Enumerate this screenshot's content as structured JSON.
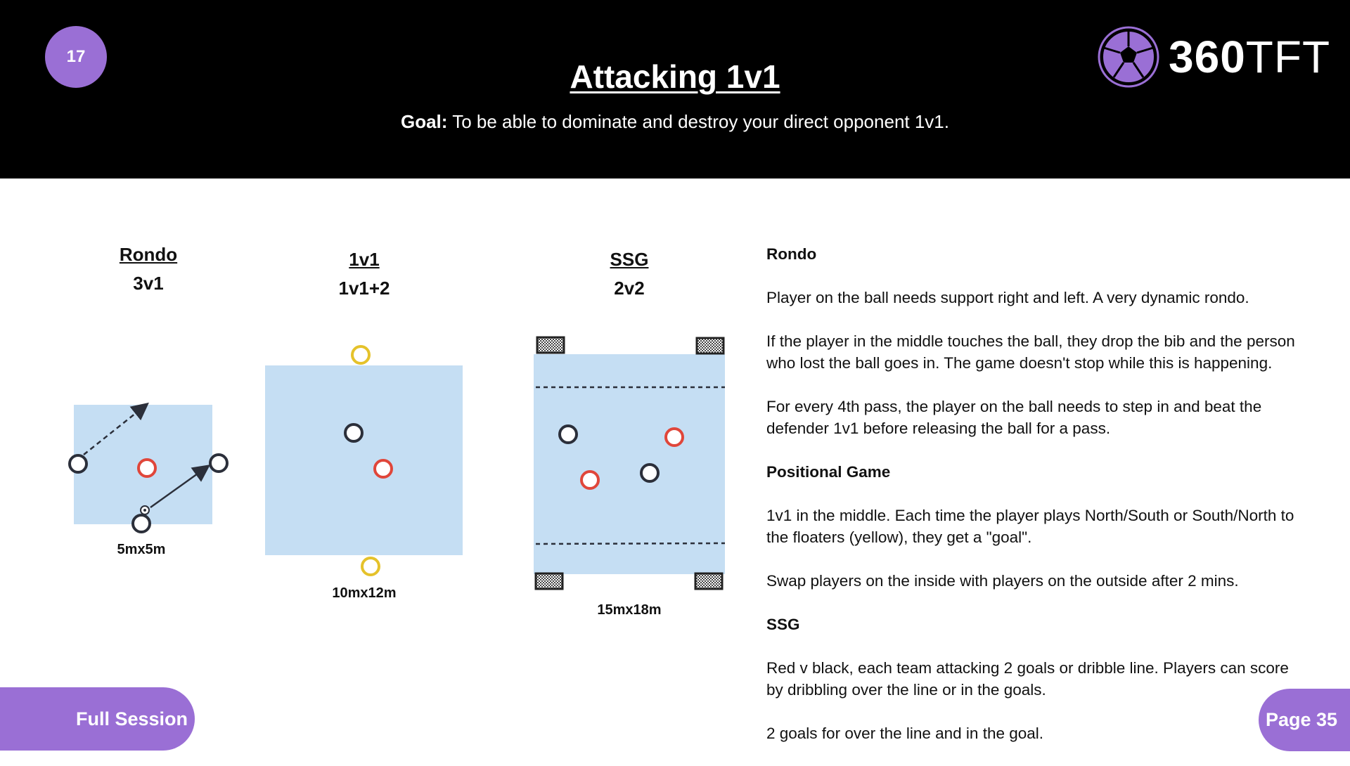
{
  "header": {
    "session_number": "17",
    "title": "Attacking 1v1",
    "goal_label": "Goal:",
    "goal_text": " To be able to dominate and destroy your direct opponent 1v1.",
    "logo_text_bold": "360",
    "logo_text_light": "TFT"
  },
  "diagrams": [
    {
      "title": "Rondo ",
      "subtitle": "3v1",
      "dimensions": "5mx5m"
    },
    {
      "title": "1v1",
      "subtitle": "1v1+2",
      "dimensions": "10mx12m"
    },
    {
      "title": "SSG",
      "subtitle": "2v2",
      "dimensions": "15mx18m"
    }
  ],
  "colors": {
    "accent": "#9a6fd5",
    "pitch": "#c5def3",
    "red_team": "#e0463a",
    "black_team": "#2b2f3a",
    "floater": "#e5c22b"
  },
  "notes": {
    "rondo_heading": "Rondo",
    "rondo_p1": "Player on the ball needs support right and left. A very dynamic rondo.",
    "rondo_p2": "If the player in the middle touches the ball, they drop the bib and the person who lost the ball goes in. The game doesn't stop while this is happening.",
    "rondo_p3": "For every 4th pass, the player on the ball needs to step in and beat the defender 1v1 before releasing the ball for a pass.",
    "positional_heading": "Positional Game",
    "positional_p1": "1v1 in the middle. Each time the player plays North/South or South/North to the floaters (yellow), they get a \"goal\".",
    "positional_p2": "Swap players on the inside with players on the outside after 2 mins.",
    "ssg_heading": "SSG",
    "ssg_p1": "Red v black, each team attacking 2 goals or dribble line. Players can score by dribbling over the line or in the goals.",
    "ssg_p2": "2 goals for over the line and in the goal."
  },
  "footer": {
    "full_session": "Full Session",
    "page": "Page 35"
  }
}
